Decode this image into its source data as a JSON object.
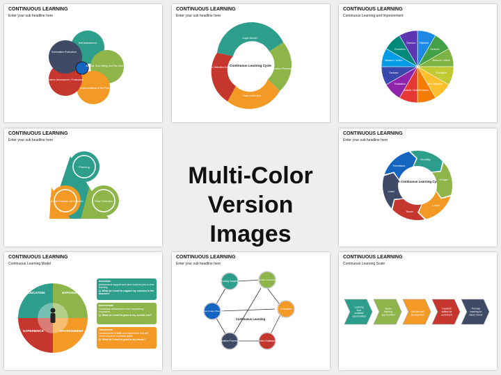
{
  "center": {
    "line1": "Multi-Color",
    "line2": "Version Images"
  },
  "slides": [
    {
      "title": "CONTINUOUS LEARNING",
      "sub": "Enter your sub headline here",
      "labels": [
        "Self Assessment",
        "Summative Evaluation",
        "Analysis, Goal Setting, and Plan Development",
        "Formative Assessment / Evaluation",
        "Implementation of the Plan"
      ]
    },
    {
      "title": "CONTINUOUS LEARNING",
      "sub": "Enter your sub headline here",
      "center": "Continuous Learning Cycle",
      "labels": [
        "Logic Model",
        "Evaluation Planning",
        "Data Collection",
        "Analysis, Reflection & Improvement"
      ]
    },
    {
      "title": "CONTINUOUS LEARNING",
      "sub": "Continuous Learning and Improvement",
      "labels": [
        "Objective",
        "Decision",
        "Measure / Action",
        "Evaluation",
        "New Objective",
        "Decision",
        "Measure / Action",
        "Evaluation",
        "Decision",
        "Measure / Action",
        "Evaluation",
        "Decision"
      ]
    },
    {
      "title": "CONTINUOUS LEARNING",
      "sub": "Enter your sub headline here",
      "labels": [
        "Planning",
        "Data Collection",
        "Real-Time Feedback and Reflection"
      ]
    },
    {
      "title": "CONTINUOUS LEARNING",
      "sub": "Enter your sub headline here",
      "center": "The Continuous Learning Cycle",
      "labels": [
        "Humility",
        "Hunger",
        "Learn",
        "Teach",
        "Lead",
        "Feedback"
      ]
    },
    {
      "title": "CONTINUOUS LEARNING",
      "sub": "Continuous Learning Model",
      "quadrants": [
        "EDUCATION",
        "EXPOSURE",
        "EXPERIENCE",
        "ENVIRONMENT"
      ],
      "boxes": [
        {
          "head": "Immediate",
          "body": "performance support and other tools for just-in-time learning",
          "q": "Q. What do I need to support my success in the moment?"
        },
        {
          "head": "Intermediate",
          "body": "Curriculum development and competency expansion",
          "q": "Q. What do I need to grow in my current role?"
        },
        {
          "head": "Transitional",
          "body": "Development of skills and experience that will move long-term business goals",
          "q": "Q. What do I need to grow in my career?"
        }
      ]
    },
    {
      "title": "CONTINUOUS LEARNING",
      "sub": "Enter your sub headline here",
      "center": "Continuous Learning",
      "labels": [
        "Training Samples",
        "Classifier Parameters",
        "Evaluation",
        "Video Database",
        "Realtime Processor",
        "Human Image Observer"
      ]
    },
    {
      "title": "CONTINUOUS LEARNING",
      "sub": "Continuous Learning Scale",
      "labels": [
        "Learning from available opportunities",
        "Seeks learning opportunities",
        "Self-directed development",
        "Expands skillset for current job",
        "Pursues learning for future needs"
      ]
    }
  ]
}
